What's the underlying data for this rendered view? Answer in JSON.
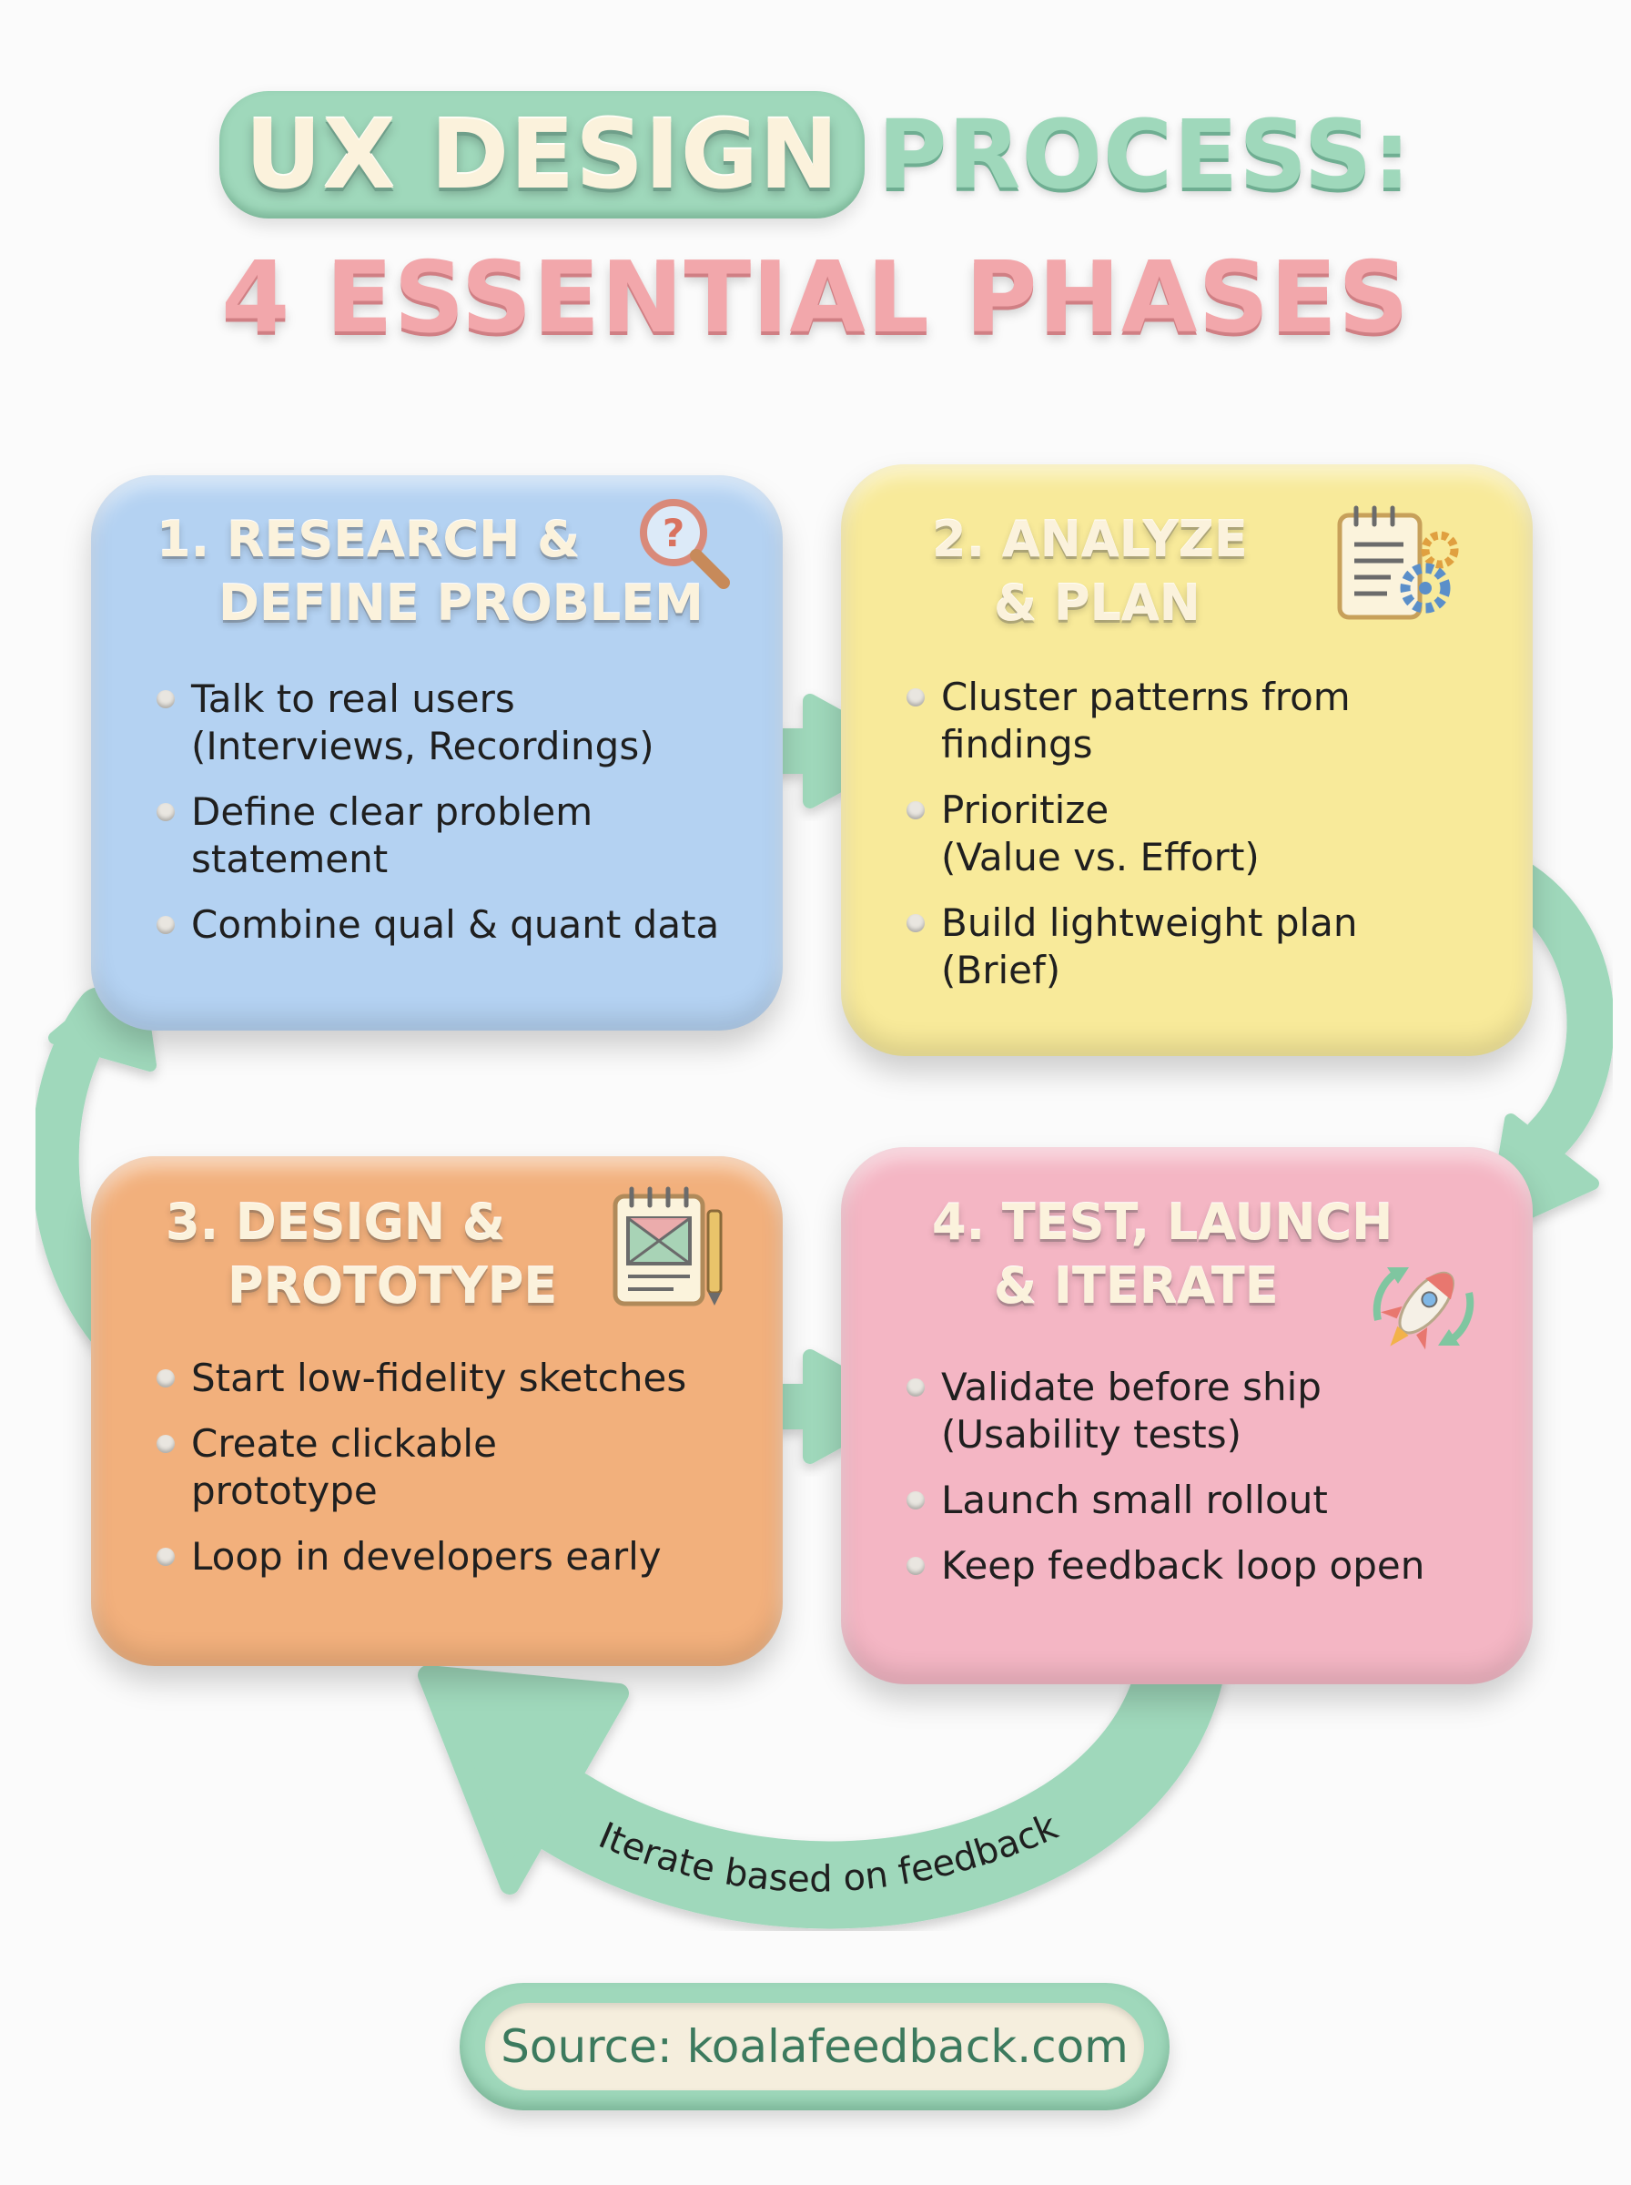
{
  "title": {
    "line1_highlight": "UX DESIGN",
    "line1_rest": "PROCESS:",
    "line2": "4 ESSENTIAL PHASES"
  },
  "phases": [
    {
      "title_lines": [
        "1. RESEARCH &",
        "DEFINE PROBLEM"
      ],
      "icon": "magnifier-question-icon",
      "color": "#b4d2f2",
      "bullets": [
        [
          "Talk to real users",
          "(Interviews, Recordings)"
        ],
        [
          "Define clear problem",
          "statement"
        ],
        [
          "Combine qual & quant data"
        ]
      ]
    },
    {
      "title_lines": [
        "2. ANALYZE",
        "& PLAN"
      ],
      "icon": "notepad-gears-icon",
      "color": "#f8ea9a",
      "bullets": [
        [
          "Cluster patterns from",
          "findings"
        ],
        [
          "Prioritize",
          "(Value vs. Effort)"
        ],
        [
          "Build lightweight plan",
          "(Brief)"
        ]
      ]
    },
    {
      "title_lines": [
        "3. DESIGN &",
        "PROTOTYPE"
      ],
      "icon": "sketchpad-pencil-icon",
      "color": "#f2b07c",
      "bullets": [
        [
          "Start low-fidelity sketches"
        ],
        [
          "Create clickable",
          "prototype"
        ],
        [
          "Loop in developers early"
        ]
      ]
    },
    {
      "title_lines": [
        "4. TEST, LAUNCH",
        "& ITERATE"
      ],
      "icon": "rocket-cycle-icon",
      "color": "#f4b6c4",
      "bullets": [
        [
          "Validate before ship",
          "(Usability tests)"
        ],
        [
          "Launch small rollout"
        ],
        [
          "Keep feedback loop open"
        ]
      ]
    }
  ],
  "loop_label": "Iterate based on feedback",
  "source": "Source: koalafeedback.com",
  "colors": {
    "arrow": "#9fd8bb",
    "title_pink": "#f2a7ab",
    "title_mint": "#9fd8bb"
  }
}
